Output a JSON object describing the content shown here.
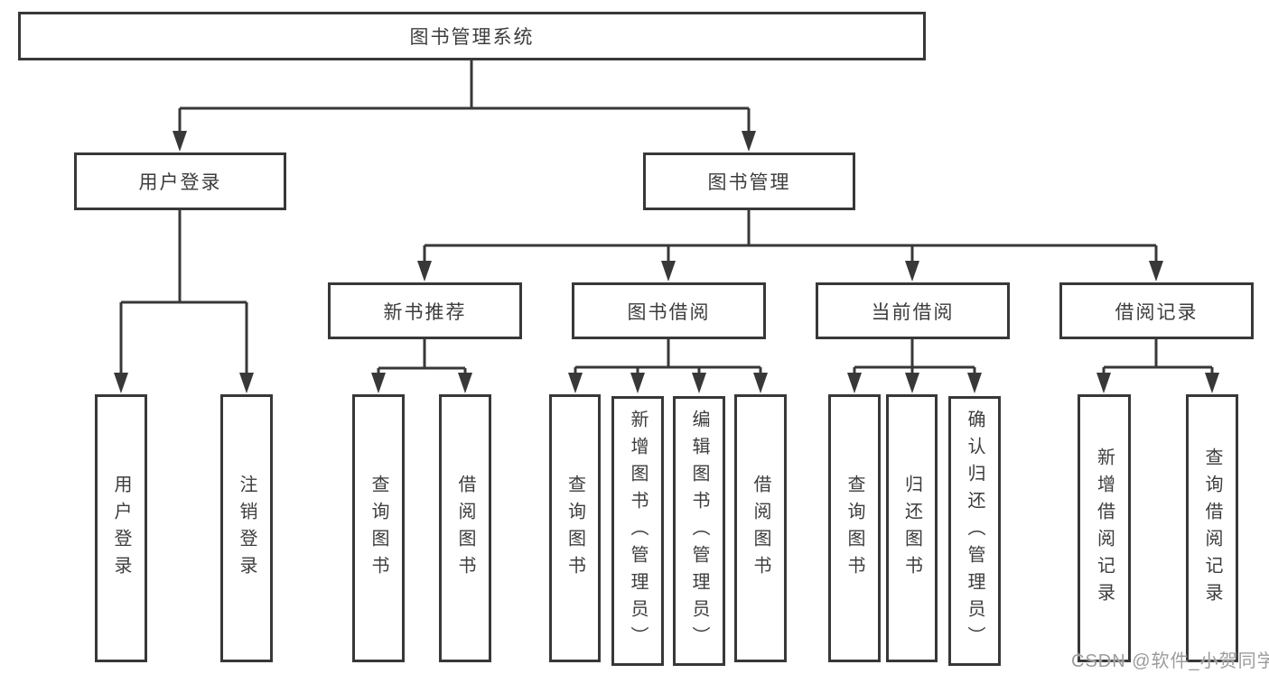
{
  "diagram_title": "图书管理系统",
  "tree": {
    "label": "图书管理系统",
    "children": [
      {
        "label": "用户登录",
        "children": [
          {
            "label": "用户登录"
          },
          {
            "label": "注销登录"
          }
        ]
      },
      {
        "label": "图书管理",
        "children": [
          {
            "label": "新书推荐",
            "children": [
              {
                "label": "查询图书"
              },
              {
                "label": "借阅图书"
              }
            ]
          },
          {
            "label": "图书借阅",
            "children": [
              {
                "label": "查询图书"
              },
              {
                "label": "新增图书（管理员）"
              },
              {
                "label": "编辑图书（管理员）"
              },
              {
                "label": "借阅图书"
              }
            ]
          },
          {
            "label": "当前借阅",
            "children": [
              {
                "label": "查询图书"
              },
              {
                "label": "归还图书"
              },
              {
                "label": "确认归还（管理员）"
              }
            ]
          },
          {
            "label": "借阅记录",
            "children": [
              {
                "label": "新增借阅记录"
              },
              {
                "label": "查询借阅记录"
              }
            ]
          }
        ]
      }
    ]
  },
  "watermark": {
    "text": "CSDN @软件_小贺同学"
  },
  "colors": {
    "line": "#383838",
    "text": "#3d3d3d",
    "watermark": "#9c9c9c",
    "background": "#ffffff"
  }
}
